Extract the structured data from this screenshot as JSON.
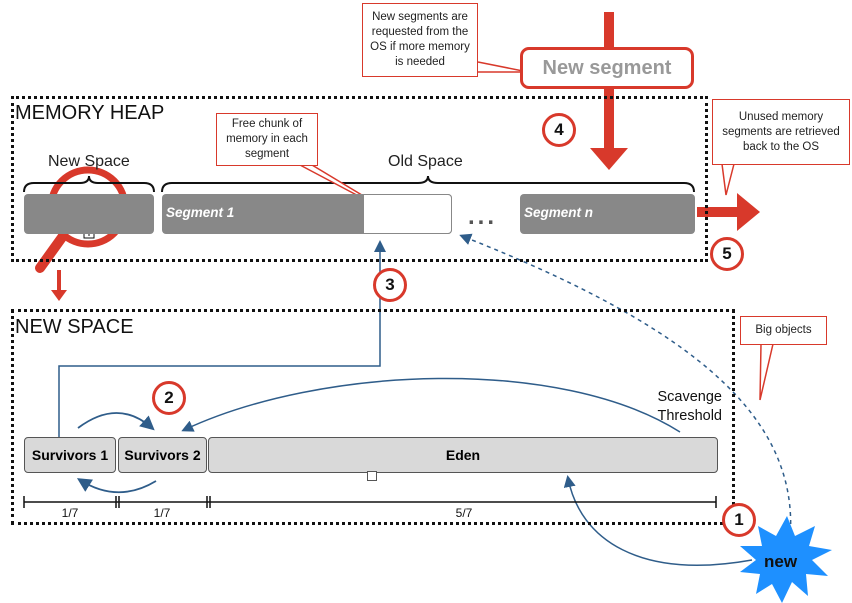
{
  "heap": {
    "title": "MEMORY HEAP",
    "new_space_label": "New Space",
    "old_space_label": "Old Space",
    "segment_1": "Segment 1",
    "segment_n": "Segment n",
    "ellipsis": "..."
  },
  "new_space": {
    "title": "NEW SPACE",
    "survivors_1": "Survivors 1",
    "survivors_2": "Survivors 2",
    "eden": "Eden",
    "scavenge_threshold": "Scavenge Threshold",
    "fractions": [
      "1/7",
      "1/7",
      "5/7"
    ]
  },
  "callouts": {
    "new_segments": "New segments are requested from the OS if more memory is needed",
    "free_chunk": "Free chunk of memory in each segment",
    "unused_memory": "Unused memory segments are retrieved back to the OS",
    "big_objects": "Big objects"
  },
  "new_segment_box": "New segment",
  "new_burst": "new",
  "steps": [
    "1",
    "2",
    "3",
    "4",
    "5"
  ],
  "colors": {
    "accent_red": "#d8392b",
    "arrow_blue": "#2f5d8a",
    "segment_gray": "#888888",
    "new_burst_blue": "#1e90ff"
  }
}
